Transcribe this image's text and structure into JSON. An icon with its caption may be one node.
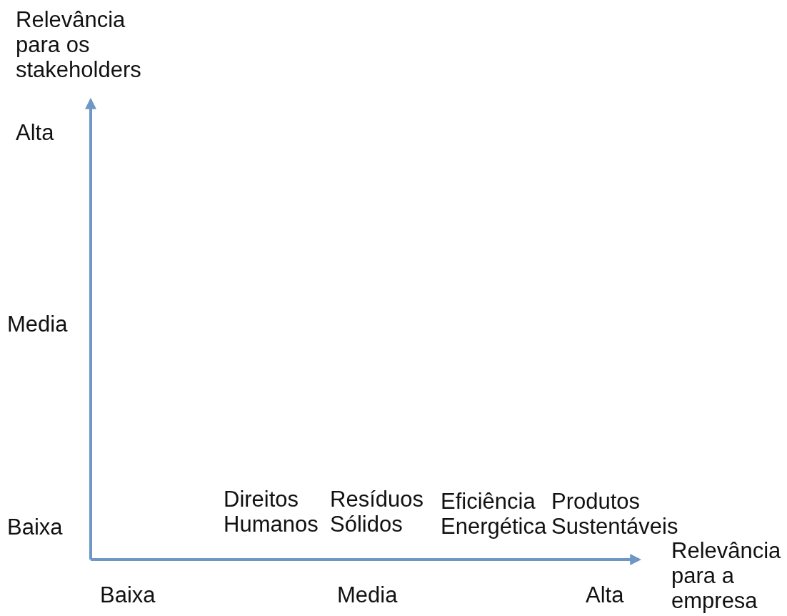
{
  "diagram": {
    "labels": [
      "Relevância para os stakeholders",
      "Alta",
      "Media",
      "Direitos Humanos",
      "Resíduos Sólidos",
      "Eficiência Energética",
      "Produtos Sustentáveis",
      "Baixa",
      "Relevância para a empresa",
      "Baixa",
      "Media",
      "Alta"
    ]
  }
}
